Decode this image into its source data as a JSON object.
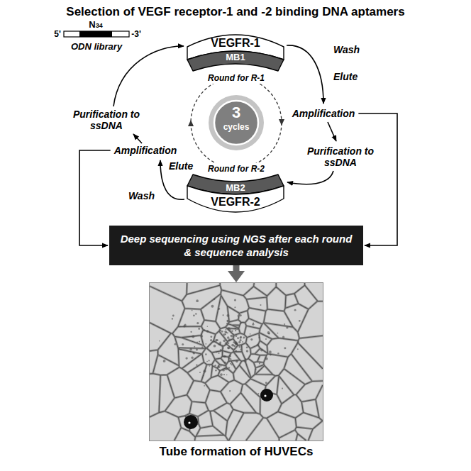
{
  "diagram": {
    "title": "Selection of VEGF receptor-1 and -2 binding DNA aptamers",
    "nodes": [
      {
        "text": [
          "VEGFR-1"
        ]
      },
      {
        "text": [
          "MB1"
        ]
      },
      {
        "text": [
          "3",
          "cycles"
        ]
      },
      {
        "text": [
          "MB2"
        ]
      },
      {
        "text": [
          "VEGFR-2"
        ]
      },
      {
        "text": [
          "Deep sequencing using NGS after each round & sequence analysis"
        ]
      },
      {
        "text": [
          "Tube formation of HUVECs"
        ]
      }
    ],
    "edges": [
      {
        "from": 5,
        "to": 6,
        "arrow": "to"
      }
    ],
    "labels": [
      "N34",
      "5'",
      "-3'",
      "ODN library",
      "Wash",
      "Elute",
      "Amplification",
      "Purification to ssDNA",
      "Round for R-1",
      "Round for R-2",
      "Wash",
      "Elute",
      "Amplification",
      "Purification to ssDNA"
    ]
  }
}
